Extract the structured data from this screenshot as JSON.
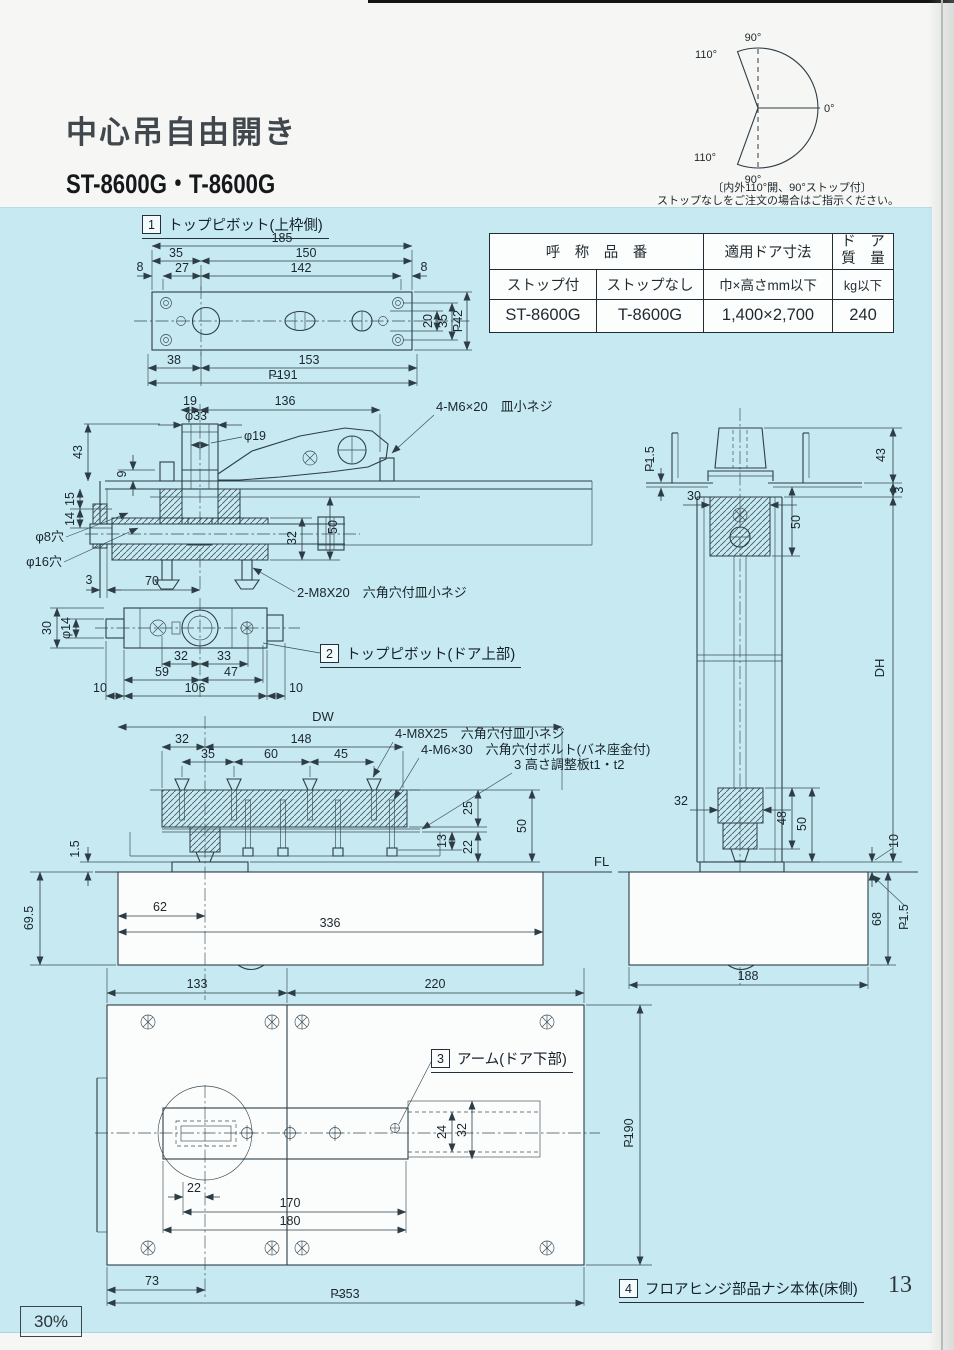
{
  "page": {
    "title": "中心吊自由開き",
    "model": "ST-8600G・T-8600G",
    "page_number": "13",
    "scale_note": "30%"
  },
  "swing": {
    "top": "90°",
    "upper_left": "110°",
    "right": "0°",
    "lower_left": "110°",
    "bottom": "90°",
    "caption1": "〔内外110°開、90°ストップ付〕",
    "caption2": "ストップなしをご注文の場合はご指示ください。"
  },
  "table": {
    "h_name": "呼　称　品　番",
    "h_size": "適用ドア寸法",
    "h_mass1": "ド　ア",
    "h_mass2": "質　量",
    "u_stop": "ストップ付",
    "u_nostop": "ストップなし",
    "u_size": "巾×高さmm以下",
    "u_mass": "kg以下",
    "v_stop": "ST-8600G",
    "v_nostop": "T-8600G",
    "v_size": "1,400×2,700",
    "v_mass": "240"
  },
  "parts": {
    "n1": "1",
    "t1": "トップピボット(上枠側)",
    "n2": "2",
    "t2": "トップピボット(ドア上部)",
    "n3": "3",
    "t3": "アーム(ドア下部)",
    "n4": "4",
    "t4": "フロアヒンジ部品ナシ本体(床側)"
  },
  "notes": {
    "screw_m6x20": "4-M6×20　皿小ネジ",
    "screw_m8x20": "2-M8X20　六角穴付皿小ネジ",
    "screw_m8x25": "4-M8X25　六角穴付皿小ネジ",
    "bolt_m6x30": "4-M6×30　六角穴付ボルト(バネ座金付)",
    "shim_plate": "3 高さ調整板t1・t2",
    "hole8": "φ8穴",
    "hole16": "φ16穴",
    "fl": "FL",
    "dw": "DW",
    "dh": "DH"
  },
  "d1": {
    "w185": "185",
    "w35": "35",
    "w150": "150",
    "e8l": "8",
    "w27": "27",
    "w142": "142",
    "e8r": "8",
    "v20": "20",
    "v35": "35",
    "v42": "P̶42",
    "b38": "38",
    "b153": "153",
    "b191": "P̶191"
  },
  "d2": {
    "a19": "19",
    "a136": "136",
    "dia33": "φ33",
    "dia19": "φ19",
    "h43": "43",
    "h9": "9",
    "h15": "15",
    "h14": "14",
    "h50": "50",
    "h32": "32",
    "b3": "3",
    "b70": "70"
  },
  "d3": {
    "h30": "30",
    "dia14": "φ14",
    "a32": "32",
    "a33": "33",
    "b59": "59",
    "b47": "47",
    "c10l": "10",
    "c106": "106",
    "c10r": "10"
  },
  "d4": {
    "t32": "32",
    "t148": "148",
    "t35": "35",
    "t60": "60",
    "t45": "45",
    "r25": "25",
    "r13": "13",
    "r22": "22",
    "r50": "50",
    "l15": "1.5",
    "b62": "62",
    "b336": "336",
    "l695": "69.5",
    "p133": "133",
    "p220": "220"
  },
  "d5": {
    "v24": "24",
    "v32": "32",
    "a22": "22",
    "a170": "170",
    "a180": "180",
    "b73": "73",
    "b353": "P̶353",
    "r190": "P̶190"
  },
  "d6": {
    "p15t": "P̶1.5",
    "w30": "30",
    "h50t": "50",
    "h43": "43",
    "g3": "3",
    "w32": "32",
    "h48": "48",
    "h50b": "50",
    "g10": "10",
    "h68": "68",
    "p15b": "P̶1.5",
    "b188": "188"
  }
}
